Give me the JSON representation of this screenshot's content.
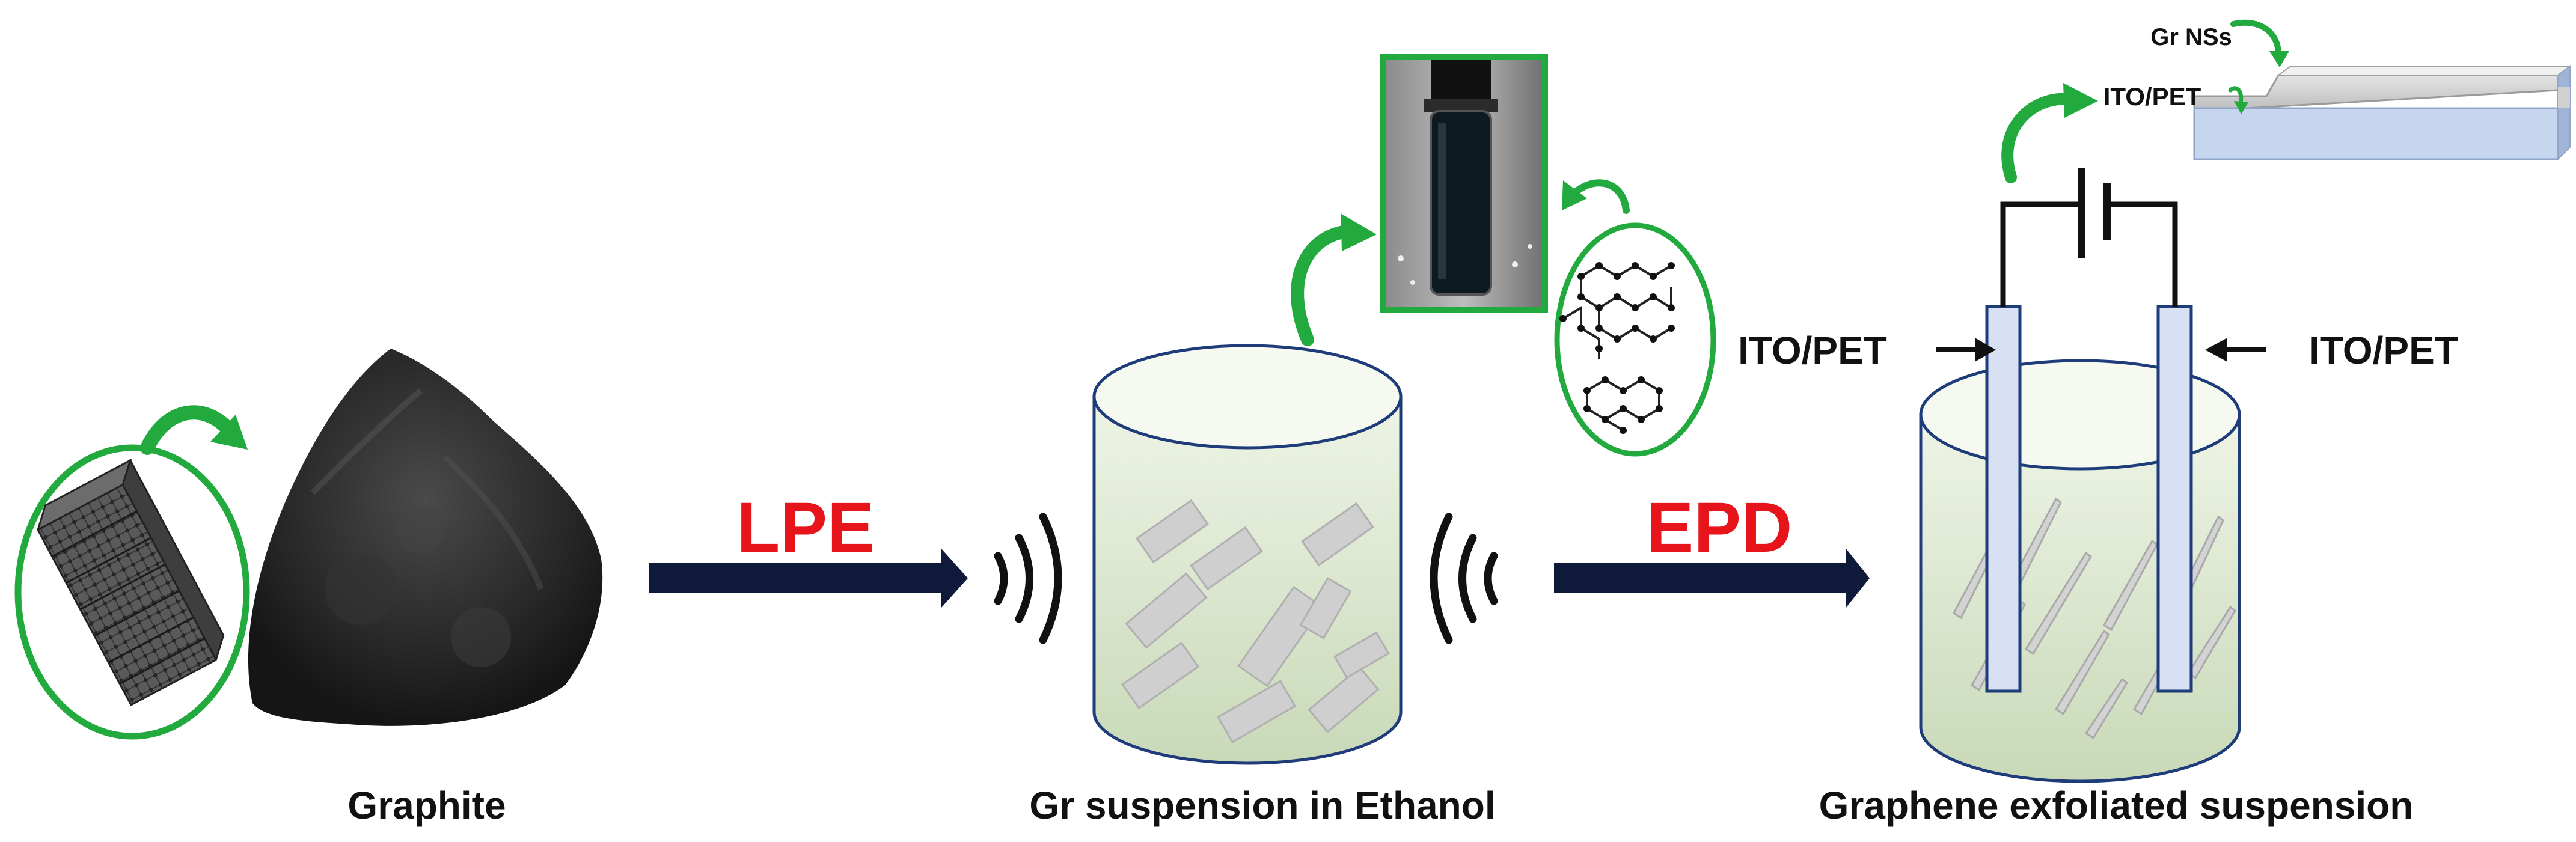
{
  "labels": {
    "graphite": "Graphite",
    "suspension": "Gr suspension in Ethanol",
    "exfoliated": "Graphene exfoliated  suspension",
    "lpe": "LPE",
    "epd": "EPD",
    "ito_left": "ITO/PET",
    "ito_right": "ITO/PET",
    "ito_top": "ITO/PET",
    "gr_nss": "Gr NSs"
  },
  "colors": {
    "accent_red": "#e8141b",
    "arrow_navy": "#0f1a3a",
    "green": "#22aa3f",
    "beaker_fill": "#dde8d0",
    "electrode_fill": "#d7e1f3",
    "substrate_blue": "#c5d6ee"
  },
  "icons": {
    "graphite_powder": "graphite-powder-pile",
    "layered_graphite": "layered-graphite-crystal",
    "vial": "vial-photo",
    "sheets": "graphene-sheets",
    "sound": "ultrasound-waves",
    "battery": "battery-symbol"
  }
}
